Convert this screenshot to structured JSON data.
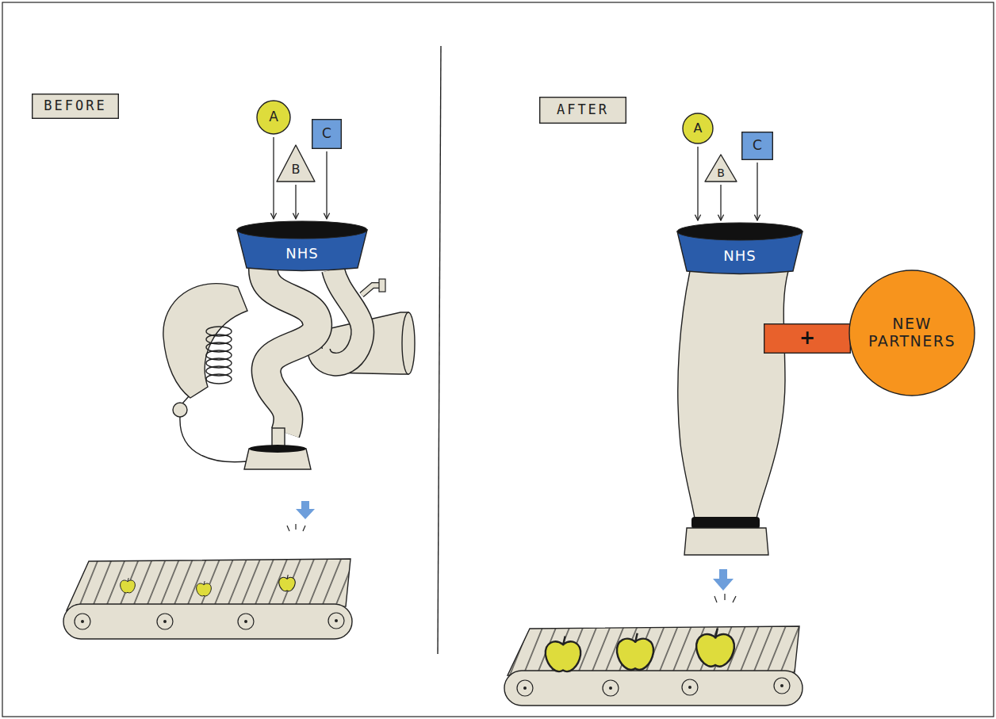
{
  "diagram": {
    "nodes": [
      {
        "text": [
          "BEFORE"
        ]
      },
      {
        "text": [
          "A"
        ]
      },
      {
        "text": [
          "B"
        ]
      },
      {
        "text": [
          "C"
        ]
      },
      {
        "text": [
          "NHS"
        ]
      },
      {
        "text": [
          "AFTER"
        ]
      },
      {
        "text": [
          "A"
        ]
      },
      {
        "text": [
          "B"
        ]
      },
      {
        "text": [
          "C"
        ]
      },
      {
        "text": [
          "NHS"
        ]
      },
      {
        "text": [
          "+"
        ]
      },
      {
        "text": [
          "NEW PARTNERS"
        ]
      }
    ],
    "edges": [
      {
        "from": 1,
        "to": 4,
        "arrow": "to"
      },
      {
        "from": 2,
        "to": 4,
        "arrow": "to"
      },
      {
        "from": 3,
        "to": 4,
        "arrow": "to"
      },
      {
        "from": 6,
        "to": 9,
        "arrow": "to"
      },
      {
        "from": 7,
        "to": 9,
        "arrow": "to"
      },
      {
        "from": 8,
        "to": 9,
        "arrow": "to"
      }
    ]
  }
}
